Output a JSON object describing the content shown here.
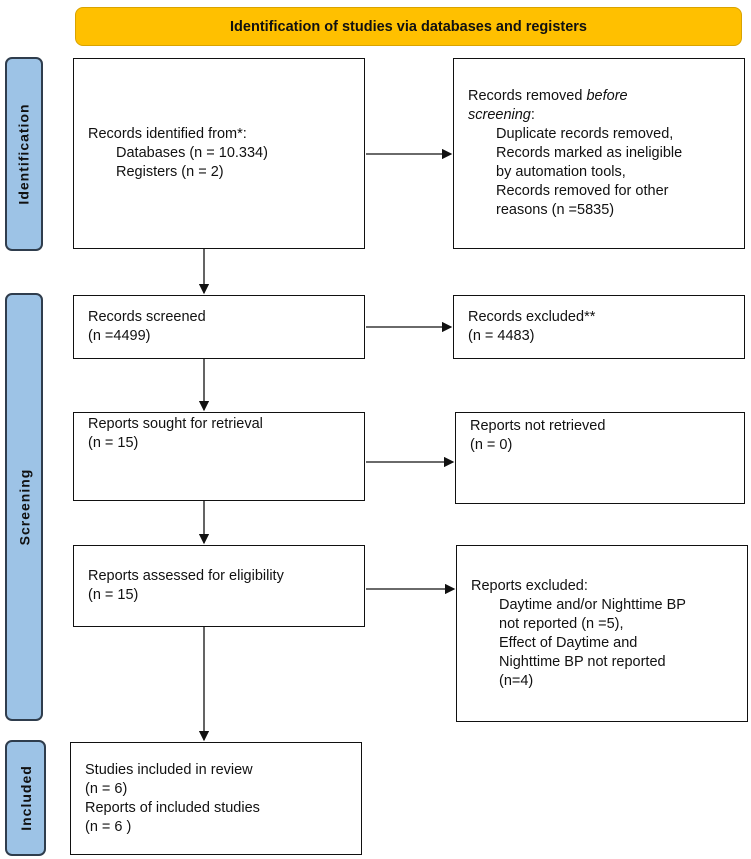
{
  "header": {
    "title": "Identification of studies via databases and registers"
  },
  "phases": {
    "identification": "Identification",
    "screening": "Screening",
    "included": "Included"
  },
  "identified": {
    "title": "Records identified from*:",
    "databases": "Databases (n = 10.334)",
    "registers": "Registers (n = 2)"
  },
  "removed": {
    "title_a": "Records removed ",
    "title_b": "before",
    "title_c": "screening",
    ":": ":",
    "lines": [
      "Duplicate records removed,",
      "Records marked as ineligible",
      "by automation tools,",
      "Records removed for other",
      "reasons (n =5835)"
    ]
  },
  "screened": {
    "title": "Records screened",
    "count": "(n =4499)"
  },
  "excluded": {
    "title": "Records excluded**",
    "count": "(n = 4483)"
  },
  "sought": {
    "title": "Reports sought for retrieval",
    "count": "(n = 15)"
  },
  "not_retrieved": {
    "title": "Reports not retrieved",
    "count": "(n = 0)"
  },
  "assessed": {
    "title": "Reports assessed for eligibility",
    "count": "(n = 15)"
  },
  "reports_excluded": {
    "title": "Reports excluded:",
    "lines": [
      "Daytime and/or Nighttime BP",
      "not reported (n =5),",
      "Effect of Daytime and",
      "Nighttime BP not reported",
      "(n=4)"
    ]
  },
  "included": {
    "studies": "Studies included in review",
    "studies_count": "(n = 6)",
    "reports": "Reports of included studies",
    "reports_count": "(n = 6 )"
  },
  "colors": {
    "header": "#FFC000",
    "phase": "#9DC3E6"
  }
}
